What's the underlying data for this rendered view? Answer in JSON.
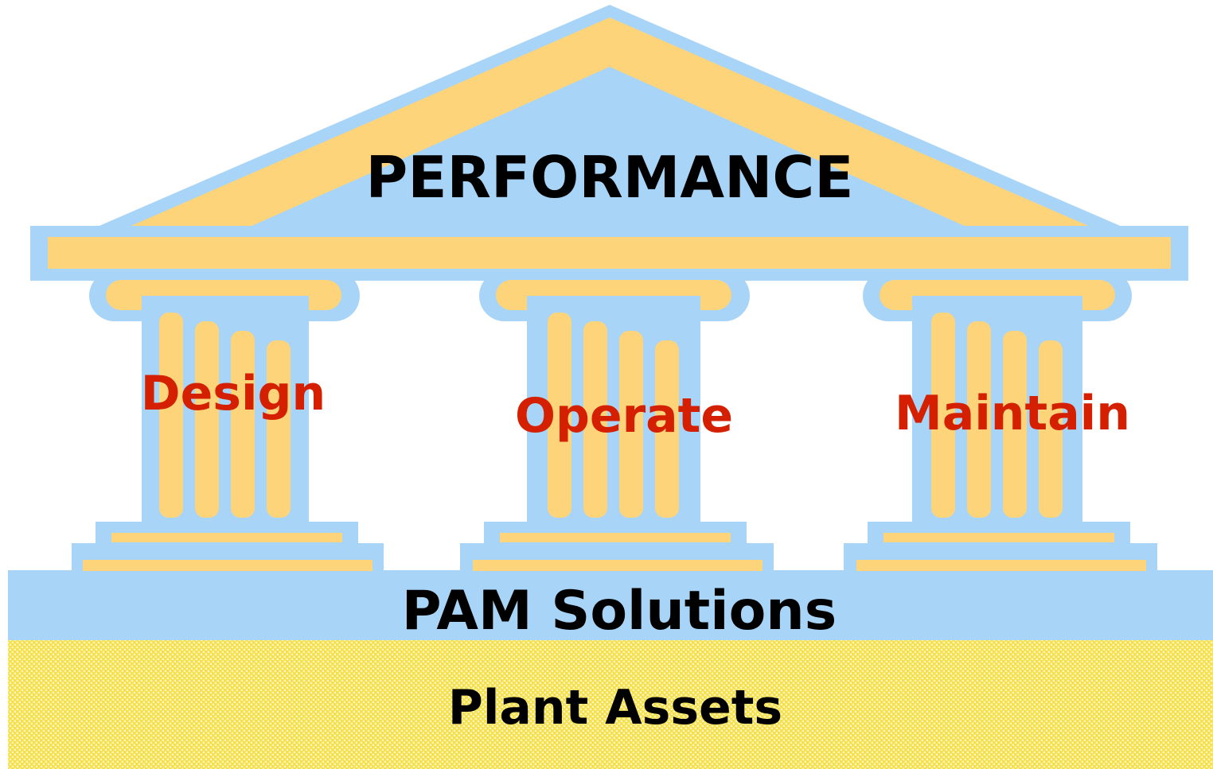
{
  "roof": {
    "label": "PERFORMANCE"
  },
  "pillars": [
    {
      "label": "Design"
    },
    {
      "label": "Operate"
    },
    {
      "label": "Maintain"
    }
  ],
  "base": {
    "label": "PAM Solutions"
  },
  "foundation": {
    "label": "Plant Assets"
  },
  "colors": {
    "outline_blue": "#a8d4f7",
    "fill_yellow": "#fdd47a",
    "pillar_label_red": "#d42000",
    "text_black": "#000000",
    "foundation_yellow": "#f7e45a"
  }
}
